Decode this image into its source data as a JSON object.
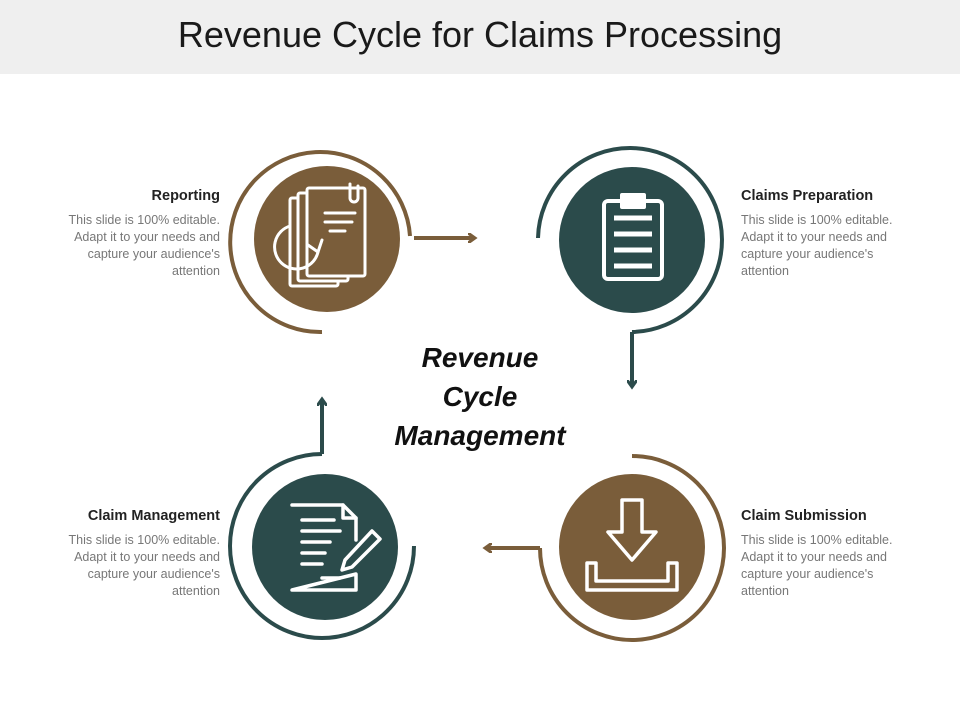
{
  "title": "Revenue Cycle for Claims Processing",
  "center": {
    "line1": "Revenue",
    "line2": "Cycle",
    "line3": "Management"
  },
  "steps": [
    {
      "title": "Reporting",
      "desc": "This slide is 100% editable. Adapt it to your needs and capture your audience's attention",
      "icon": "documents-icon"
    },
    {
      "title": "Claims Preparation",
      "desc": "This slide is 100% editable. Adapt it to your needs and capture your audience's attention",
      "icon": "clipboard-icon"
    },
    {
      "title": "Claim Submission",
      "desc": "This slide is 100% editable. Adapt it to your needs and capture your audience's attention",
      "icon": "download-icon"
    },
    {
      "title": "Claim Management",
      "desc": "This slide is 100% editable. Adapt it to your needs and capture your audience's attention",
      "icon": "document-edit-icon"
    }
  ],
  "colors": {
    "brown": "#7a5d3a",
    "teal": "#2b4b4b",
    "title_bar": "#efefef"
  }
}
